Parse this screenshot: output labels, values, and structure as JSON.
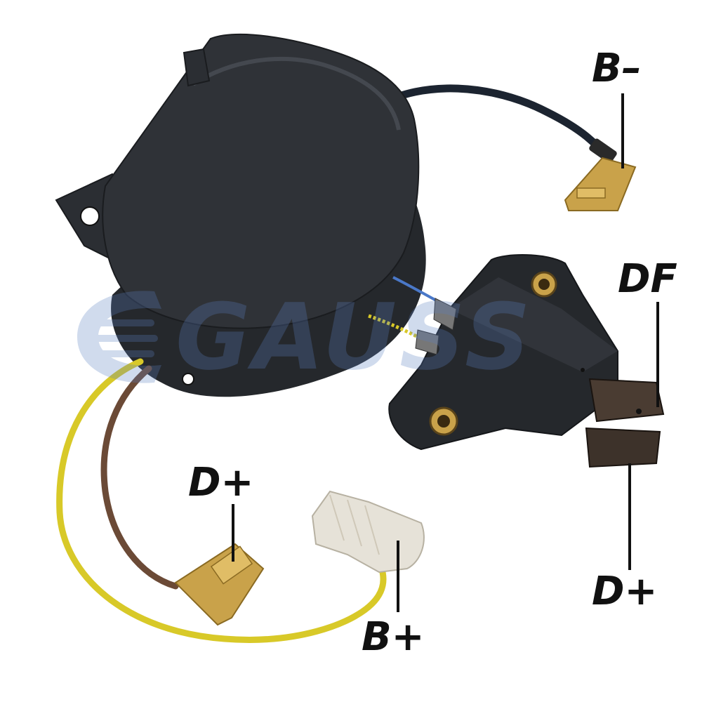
{
  "watermark": {
    "text": "GAUSS",
    "color": "#5b7fc0"
  },
  "terminals": {
    "b_minus": "B–",
    "df": "DF",
    "d_plus_right": "D+",
    "d_plus_left": "D+",
    "b_plus": "B+"
  },
  "colors": {
    "housing": "#2b2e33",
    "brush_holder": "#25282c",
    "wire_black": "#1c2430",
    "wire_yellow": "#d8c928",
    "wire_brown": "#6b4a36",
    "wire_blue": "#4a78c8",
    "terminal_brass": "#c9a24a",
    "connector_clear": "#e6e2d8"
  }
}
